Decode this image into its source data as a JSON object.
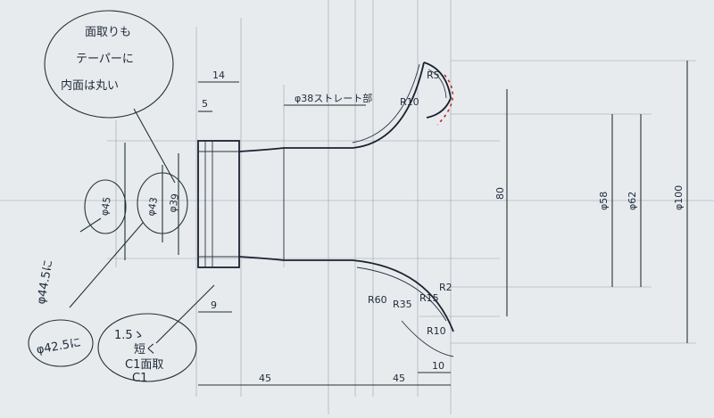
{
  "notes": {
    "top_bubble": [
      "面取りも",
      "テーパーに",
      "内面は丸い"
    ],
    "bubble_left_dia": "φ45",
    "bubble_inner_a": "φ43",
    "bubble_inner_b": "φ39",
    "side_note_a": "φ44.5に",
    "side_note_b": "φ42.5に",
    "bottom_box": [
      "1.5ゝ",
      "短く",
      "C1面取",
      "C1"
    ]
  },
  "dimensions": {
    "d14": "14",
    "d5": "5",
    "d9": "9",
    "d45_left": "45",
    "d45_right": "45",
    "d10": "10",
    "straight": "φ38ストレート部",
    "d80": "80",
    "d58": "φ58",
    "d62": "φ62",
    "d100": "φ100",
    "r10_top": "R10",
    "r5_top": "R5",
    "r15": "R15",
    "r35": "R35",
    "r60": "R60",
    "r10_bottom": "R10",
    "r2": "R2"
  },
  "colors": {
    "paper": "#e8ebee",
    "ink": "#1a2230",
    "pencil": "#98a2ae",
    "red_marks": "#c3262e"
  }
}
